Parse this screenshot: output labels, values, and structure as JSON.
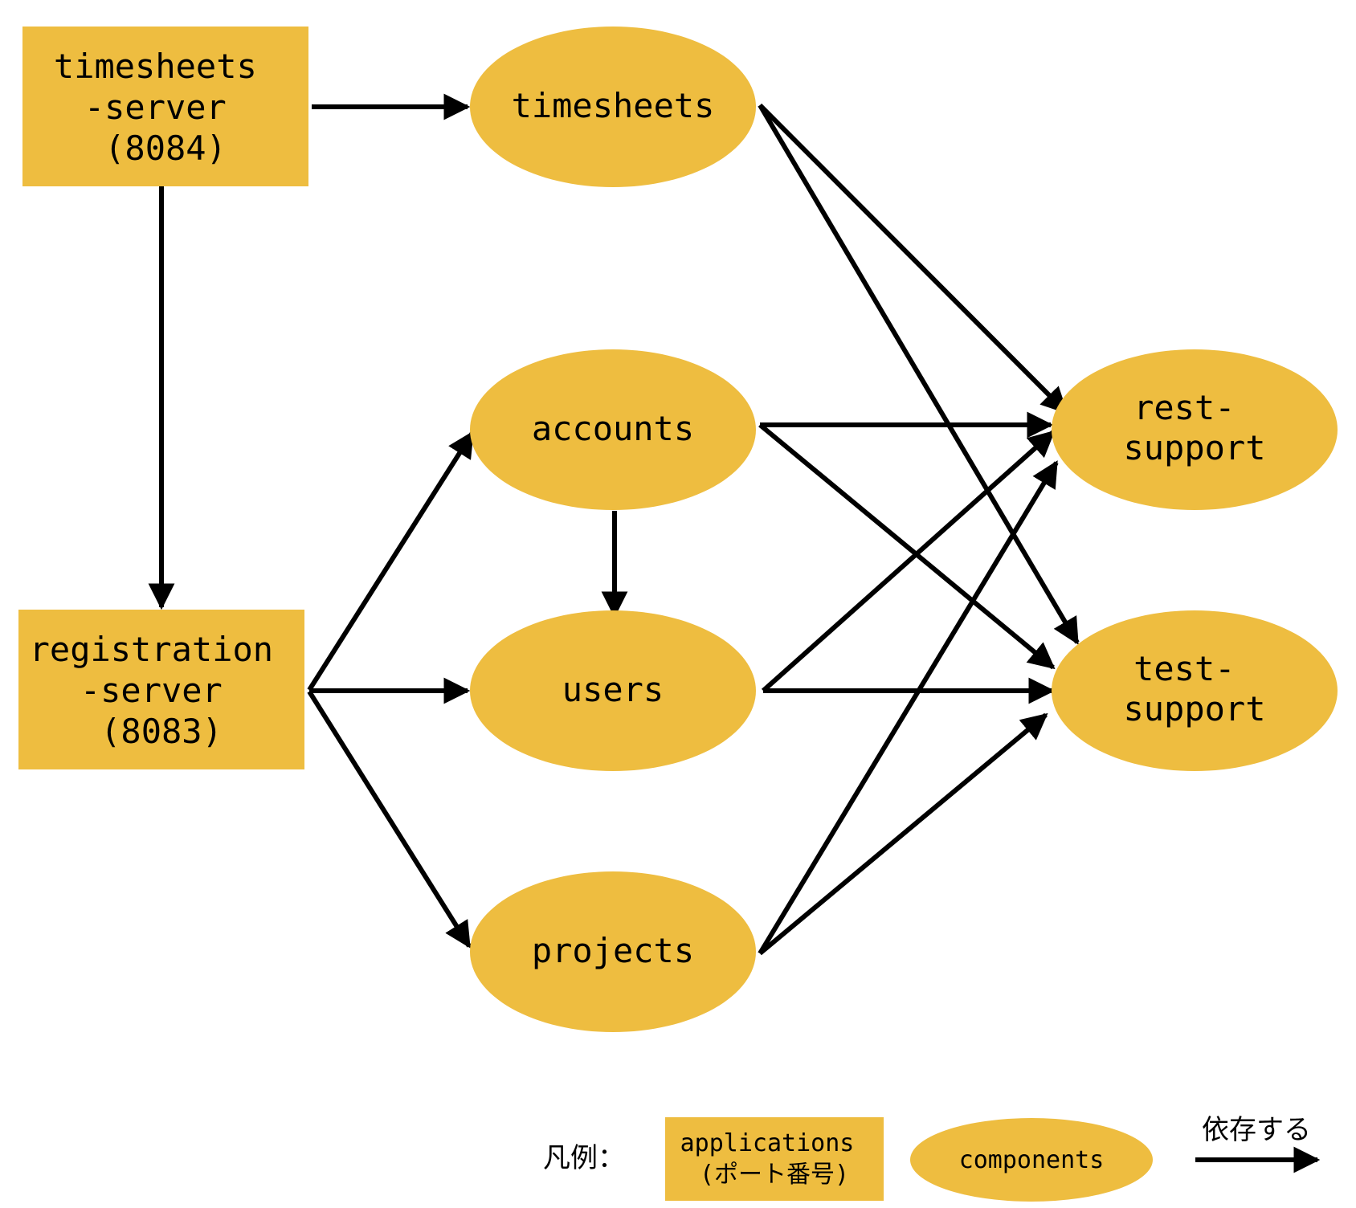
{
  "colors": {
    "node_fill": "#eebd40",
    "edge": "#000000",
    "background": "#ffffff"
  },
  "nodes": {
    "timesheets_server": {
      "lines": [
        "timesheets",
        "-server",
        "(8084)"
      ],
      "shape": "rect"
    },
    "registration_server": {
      "lines": [
        "registration",
        "-server",
        "(8083)"
      ],
      "shape": "rect"
    },
    "timesheets": {
      "lines": [
        "timesheets"
      ],
      "shape": "ellipse"
    },
    "accounts": {
      "lines": [
        "accounts"
      ],
      "shape": "ellipse"
    },
    "users": {
      "lines": [
        "users"
      ],
      "shape": "ellipse"
    },
    "projects": {
      "lines": [
        "projects"
      ],
      "shape": "ellipse"
    },
    "rest_support": {
      "lines": [
        "rest-",
        "support"
      ],
      "shape": "ellipse"
    },
    "test_support": {
      "lines": [
        "test-",
        "support"
      ],
      "shape": "ellipse"
    }
  },
  "edges": [
    {
      "from": "timesheets_server",
      "to": "timesheets"
    },
    {
      "from": "timesheets_server",
      "to": "registration_server"
    },
    {
      "from": "registration_server",
      "to": "accounts"
    },
    {
      "from": "registration_server",
      "to": "users"
    },
    {
      "from": "registration_server",
      "to": "projects"
    },
    {
      "from": "accounts",
      "to": "users"
    },
    {
      "from": "timesheets",
      "to": "rest_support"
    },
    {
      "from": "timesheets",
      "to": "test_support"
    },
    {
      "from": "accounts",
      "to": "rest_support"
    },
    {
      "from": "accounts",
      "to": "test_support"
    },
    {
      "from": "users",
      "to": "rest_support"
    },
    {
      "from": "users",
      "to": "test_support"
    },
    {
      "from": "projects",
      "to": "rest_support"
    },
    {
      "from": "projects",
      "to": "test_support"
    }
  ],
  "legend": {
    "label": "凡例：",
    "application_lines": [
      "applications",
      "(ポート番号)"
    ],
    "component_label": "components",
    "dependency_label": "依存する"
  }
}
